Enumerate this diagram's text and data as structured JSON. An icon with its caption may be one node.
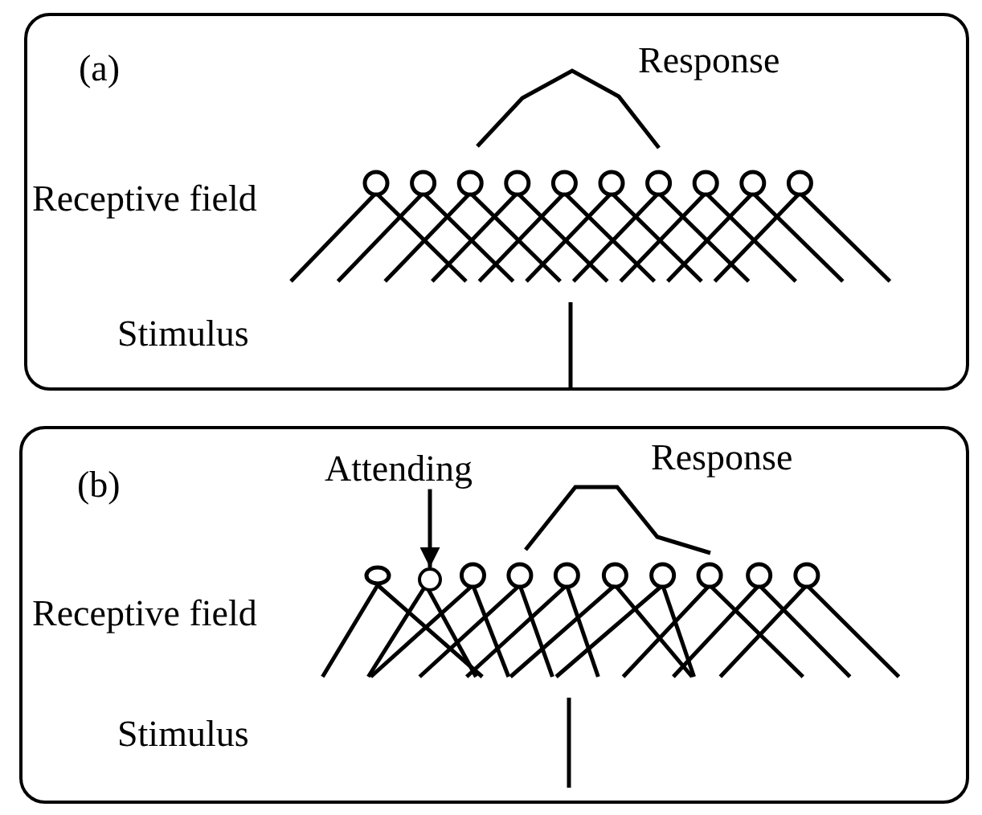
{
  "diagram": {
    "nodes": [
      {
        "text": [
          "(a)"
        ]
      },
      {
        "text": [
          "(b)"
        ]
      },
      {
        "text": [
          "Attending"
        ],
        "in": 1
      },
      {
        "text": [],
        "shape": "circle",
        "in": 1
      }
    ],
    "edges": [
      {
        "from": 2,
        "to": 3,
        "arrow": "to"
      }
    ],
    "labels": [
      "Response",
      "Receptive field",
      "Stimulus",
      "Response",
      "Receptive field",
      "Stimulus"
    ]
  }
}
